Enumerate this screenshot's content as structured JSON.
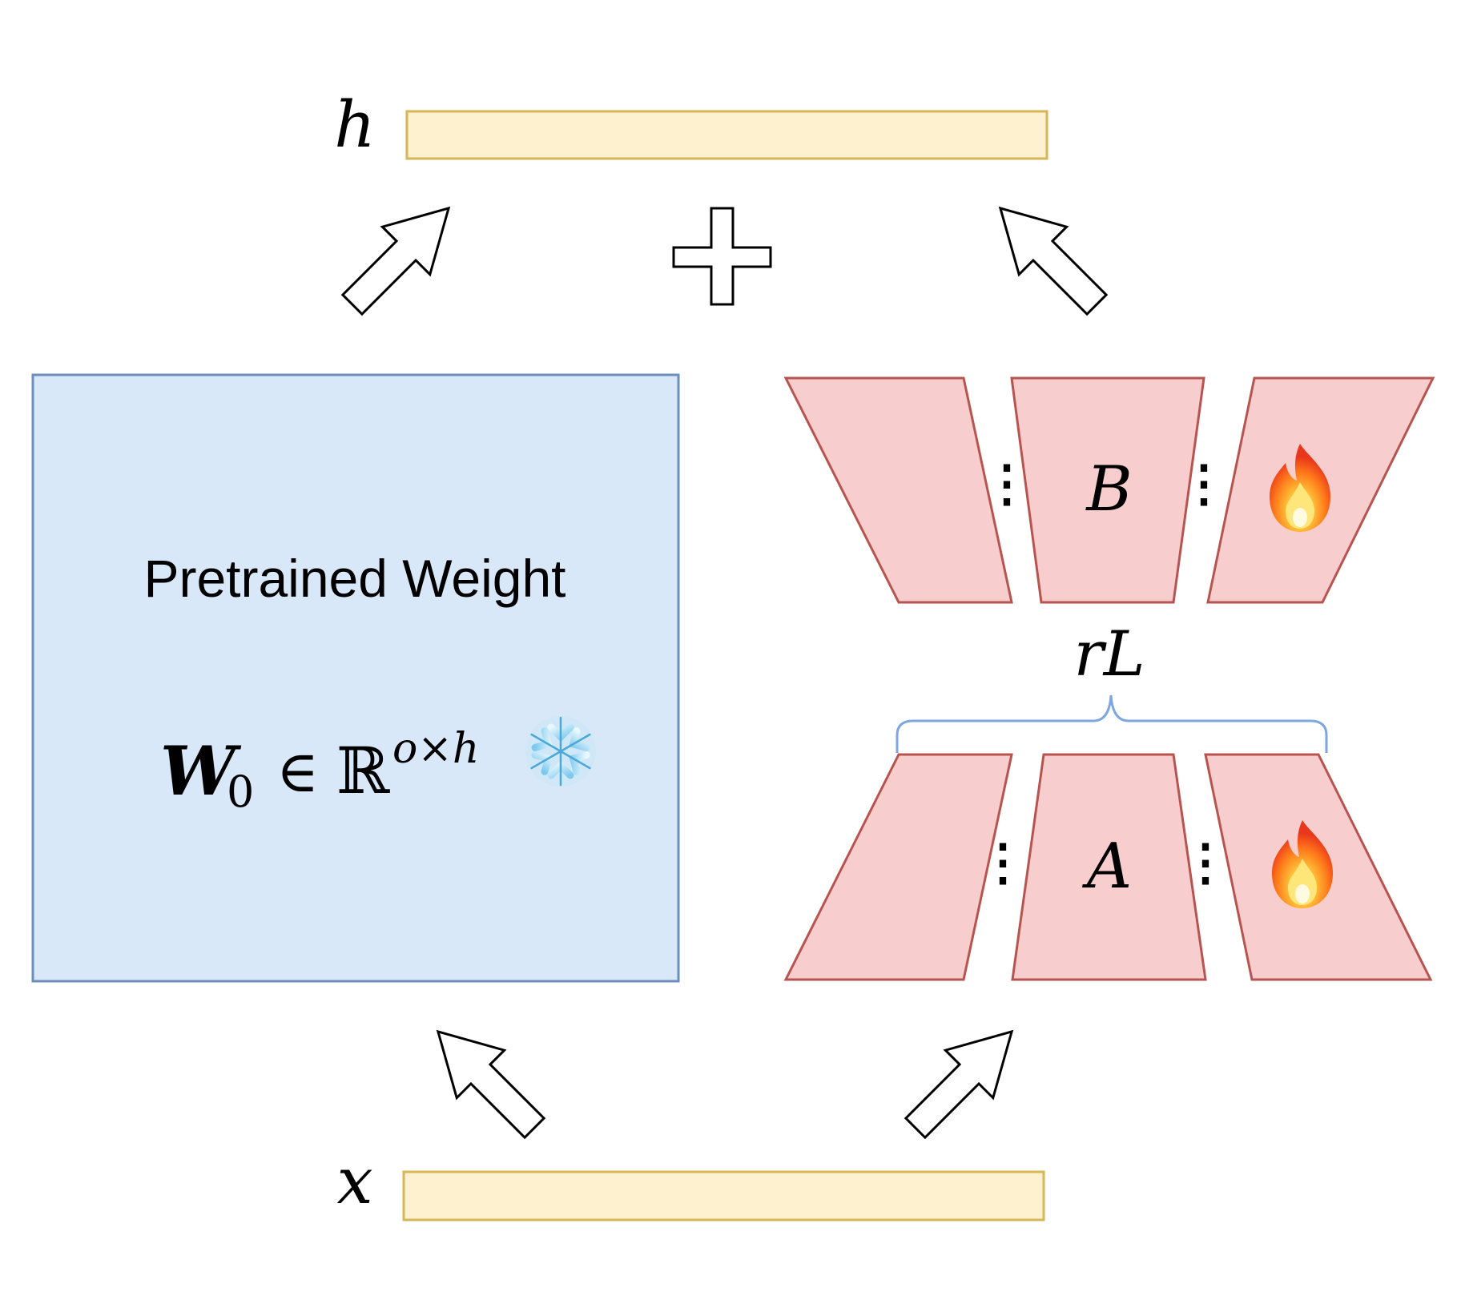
{
  "labels": {
    "output_var": "h",
    "input_var": "x",
    "pretrained_title": "Pretrained Weight",
    "w_symbol": "W",
    "w_subscript": "0",
    "element_of": "∈",
    "reals": "ℝ",
    "w_superscript": "o×h",
    "matrix_b": "B",
    "matrix_a": "A",
    "rank_label": "rL",
    "plus": "+",
    "dots": "⋮"
  },
  "icons": {
    "frozen": "snowflake-icon",
    "trainable": "fire-icon"
  },
  "colors": {
    "vector_fill": "#fdf1cf",
    "vector_stroke": "#d6b656",
    "pretrained_fill": "#d9e8f8",
    "pretrained_stroke": "#6c8ebf",
    "lora_fill": "#f7cdcd",
    "lora_stroke": "#b85450",
    "brace": "#7ea6e0"
  }
}
